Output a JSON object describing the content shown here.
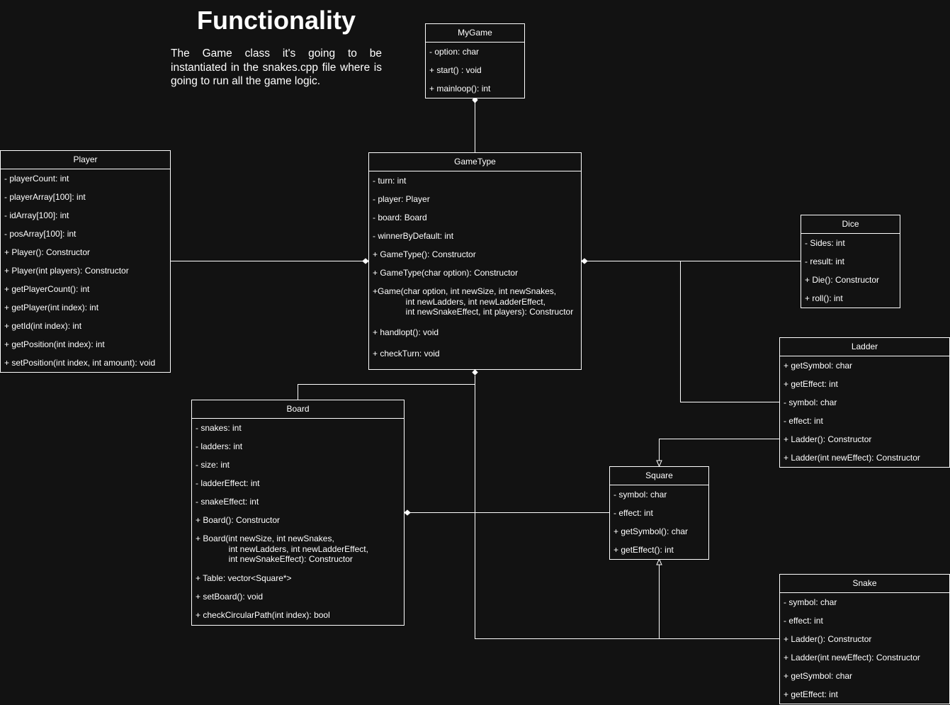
{
  "title": "Functionality",
  "description": "The Game class it's going to be instantiated in the snakes.cpp file where is going to run all the game logic.",
  "colors": {
    "background": "#121212",
    "stroke": "#ffffff",
    "text": "#ffffff"
  },
  "classes": {
    "mygame": {
      "name": "MyGame",
      "members": [
        "- option: char",
        "+ start() : void",
        "+ mainloop(): int"
      ]
    },
    "gametype": {
      "name": "GameType",
      "members": [
        "- turn: int",
        "- player: Player",
        "- board: Board",
        "- winnerByDefault: int",
        "+ GameType(): Constructor",
        "+ GameType(char option): Constructor",
        "+Game(char option, int newSize, int newSnakes,\n              int newLadders, int newLadderEffect,\n              int newSnakeEffect, int players): Constructor",
        "+ handlopt(): void",
        "+ checkTurn: void"
      ]
    },
    "player": {
      "name": "Player",
      "members": [
        "- playerCount: int",
        "- playerArray[100]: int",
        "- idArray[100]: int",
        "- posArray[100]: int",
        "+ Player(): Constructor",
        "+ Player(int players): Constructor",
        "+ getPlayerCount(): int",
        "+ getPlayer(int index): int",
        "+ getId(int index): int",
        "+ getPosition(int index): int",
        "+ setPosition(int index, int amount): void"
      ]
    },
    "dice": {
      "name": "Dice",
      "members": [
        "- Sides: int",
        "- result: int",
        "+ Die(): Constructor",
        "+ roll(): int"
      ]
    },
    "ladder": {
      "name": "Ladder",
      "members": [
        "+ getSymbol: char",
        "+ getEffect: int",
        "- symbol: char",
        "- effect: int",
        "+ Ladder(): Constructor",
        "+ Ladder(int newEffect): Constructor"
      ]
    },
    "board": {
      "name": "Board",
      "members": [
        "- snakes: int",
        "- ladders: int",
        "- size: int",
        "- ladderEffect: int",
        "- snakeEffect: int",
        "+ Board(): Constructor",
        "+ Board(int newSize, int newSnakes,\n              int newLadders, int newLadderEffect,\n              int newSnakeEffect): Constructor",
        "+ Table: vector<Square*>",
        "+ setBoard(): void",
        "+ checkCircularPath(int index): bool"
      ]
    },
    "square": {
      "name": "Square",
      "members": [
        "- symbol: char",
        "- effect: int",
        "+ getSymbol(): char",
        "+ getEffect(): int"
      ]
    },
    "snake": {
      "name": "Snake",
      "members": [
        "- symbol: char",
        "- effect: int",
        "+ Ladder(): Constructor",
        "+ Ladder(int newEffect): Constructor",
        "+ getSymbol: char",
        "+ getEffect: int"
      ]
    }
  }
}
